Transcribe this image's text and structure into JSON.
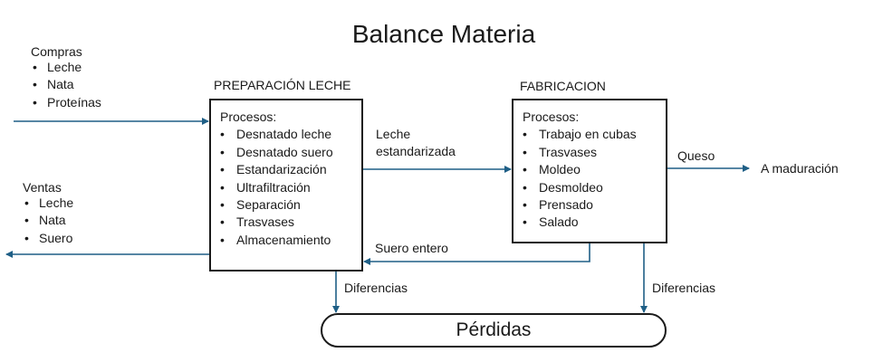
{
  "title": "Balance Materia",
  "compras": {
    "heading": "Compras",
    "items": [
      "Leche",
      "Nata",
      "Proteínas"
    ]
  },
  "ventas": {
    "heading": "Ventas",
    "items": [
      "Leche",
      "Nata",
      "Suero"
    ]
  },
  "preparacion": {
    "title": "PREPARACIÓN LECHE",
    "heading": "Procesos:",
    "items": [
      "Desnatado leche",
      "Desnatado suero",
      "Estandarización",
      "Ultrafiltración",
      "Separación",
      "Trasvases",
      "Almacenamiento"
    ]
  },
  "fabricacion": {
    "title": "FABRICACION",
    "heading": "Procesos:",
    "items": [
      "Trabajo en cubas",
      "Trasvases",
      "Moldeo",
      "Desmoldeo",
      "Prensado",
      "Salado"
    ]
  },
  "flows": {
    "leche_estandarizada_1": "Leche",
    "leche_estandarizada_2": "estandarizada",
    "queso": "Queso",
    "maduracion": "A maduración",
    "suero_entero": "Suero entero",
    "diferencias_left": "Diferencias",
    "diferencias_right": "Diferencias"
  },
  "perdidas": "Pérdidas",
  "colors": {
    "arrow": "#1f5f86",
    "line": "#1a1a1a"
  }
}
